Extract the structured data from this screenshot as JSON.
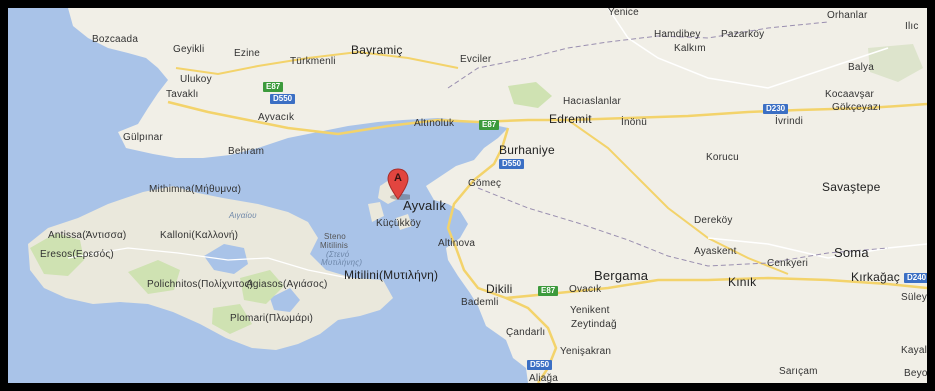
{
  "colors": {
    "sea": "#a9c3e8",
    "land": "#f1efe7",
    "island": "#eae8dc",
    "forest": "#cfe2b2",
    "road_major": "#f3d36b",
    "marker": "#e2453f",
    "e_shield": "#3c9a3c",
    "d_shield": "#3b6fc4"
  },
  "marker": {
    "letter": "A",
    "icon": "map-pin-icon"
  },
  "labels": {
    "yenice": "Yenice",
    "orhanlar": "Orhanlar",
    "ilic": "Ilıc",
    "bozcaada": "Bozcaada",
    "geyikli": "Geyikli",
    "ezine": "Ezine",
    "bayramic": "Bayramiç",
    "turkmenli": "Türkmenli",
    "evciler": "Evciler",
    "hamdibey": "Hamdibey",
    "pazarkoy": "Pazarköy",
    "kalkim": "Kalkım",
    "balya": "Balya",
    "ulukoy": "Ulukoy",
    "tavakli": "Tavaklı",
    "ayvacik": "Ayvacık",
    "hacilaslanlar": "Hacıaslanlar",
    "kocaavsar": "Kocaavşar",
    "gokceyazi": "Gökçeyazı",
    "altinoluk": "Altınoluk",
    "edremit": "Edremit",
    "inonu": "İnönü",
    "ivrindi": "İvrindi",
    "gulpinar": "Gülpınar",
    "behram": "Behram",
    "burhaniye": "Burhaniye",
    "korucu": "Korucu",
    "mithimna": "Mithimna",
    "mithimna_gr": "(Μήθυμνα)",
    "gomec": "Gömeç",
    "savastepe": "Savaştepe",
    "ayvalik": "Ayvalık",
    "aegean": "Αιγαίου",
    "kucukkoy": "Küçükköy",
    "derekoy": "Dereköy",
    "antissa": "Antissa",
    "antissa_gr": "(Άντισσα)",
    "kalloni": "Kalloni",
    "kalloni_gr": "(Καλλονή)",
    "steno": "Steno",
    "mitilinis": "Mitilinis",
    "steno_gr1": "(Στενό",
    "steno_gr2": "Μυτιλήνης)",
    "altinova": "Altinova",
    "ayaskent": "Ayaskent",
    "soma": "Soma",
    "eresos": "Eresos",
    "eresos_gr": "(Ερεσός)",
    "mitilini": "Mitilini",
    "mitilini_gr": "(Μυτιλήνη)",
    "cenkyeri": "Cenkyeri",
    "bergama": "Bergama",
    "kinik": "Kınık",
    "kirkagac": "Kırkağaç",
    "polichnitos": "Polichnitos",
    "polichnitos_gr": "(Πολίχνιτος)",
    "agiasos": "Agiasos",
    "agiasos_gr": "(Αγιάσος)",
    "dikili": "Dikili",
    "ovacik": "Ovacık",
    "bademli": "Bademli",
    "yenikent": "Yenikent",
    "suleyl": "Süley",
    "zeytindag": "Zeytindağ",
    "plomari": "Plomari",
    "plomari_gr": "(Πλωμάρι)",
    "candarli": "Çandarlı",
    "yenisakran": "Yenişakran",
    "kayali": "Kayalı",
    "saricam": "Sarıçam",
    "beyo": "Beyo",
    "aliaga": "Aliağa"
  },
  "shields": {
    "e87_a": "E87",
    "d550_a": "D550",
    "e87_b": "E87",
    "d230": "D230",
    "d550_b": "D550",
    "e87_c": "E87",
    "d240": "D240",
    "d550_c": "D550"
  }
}
